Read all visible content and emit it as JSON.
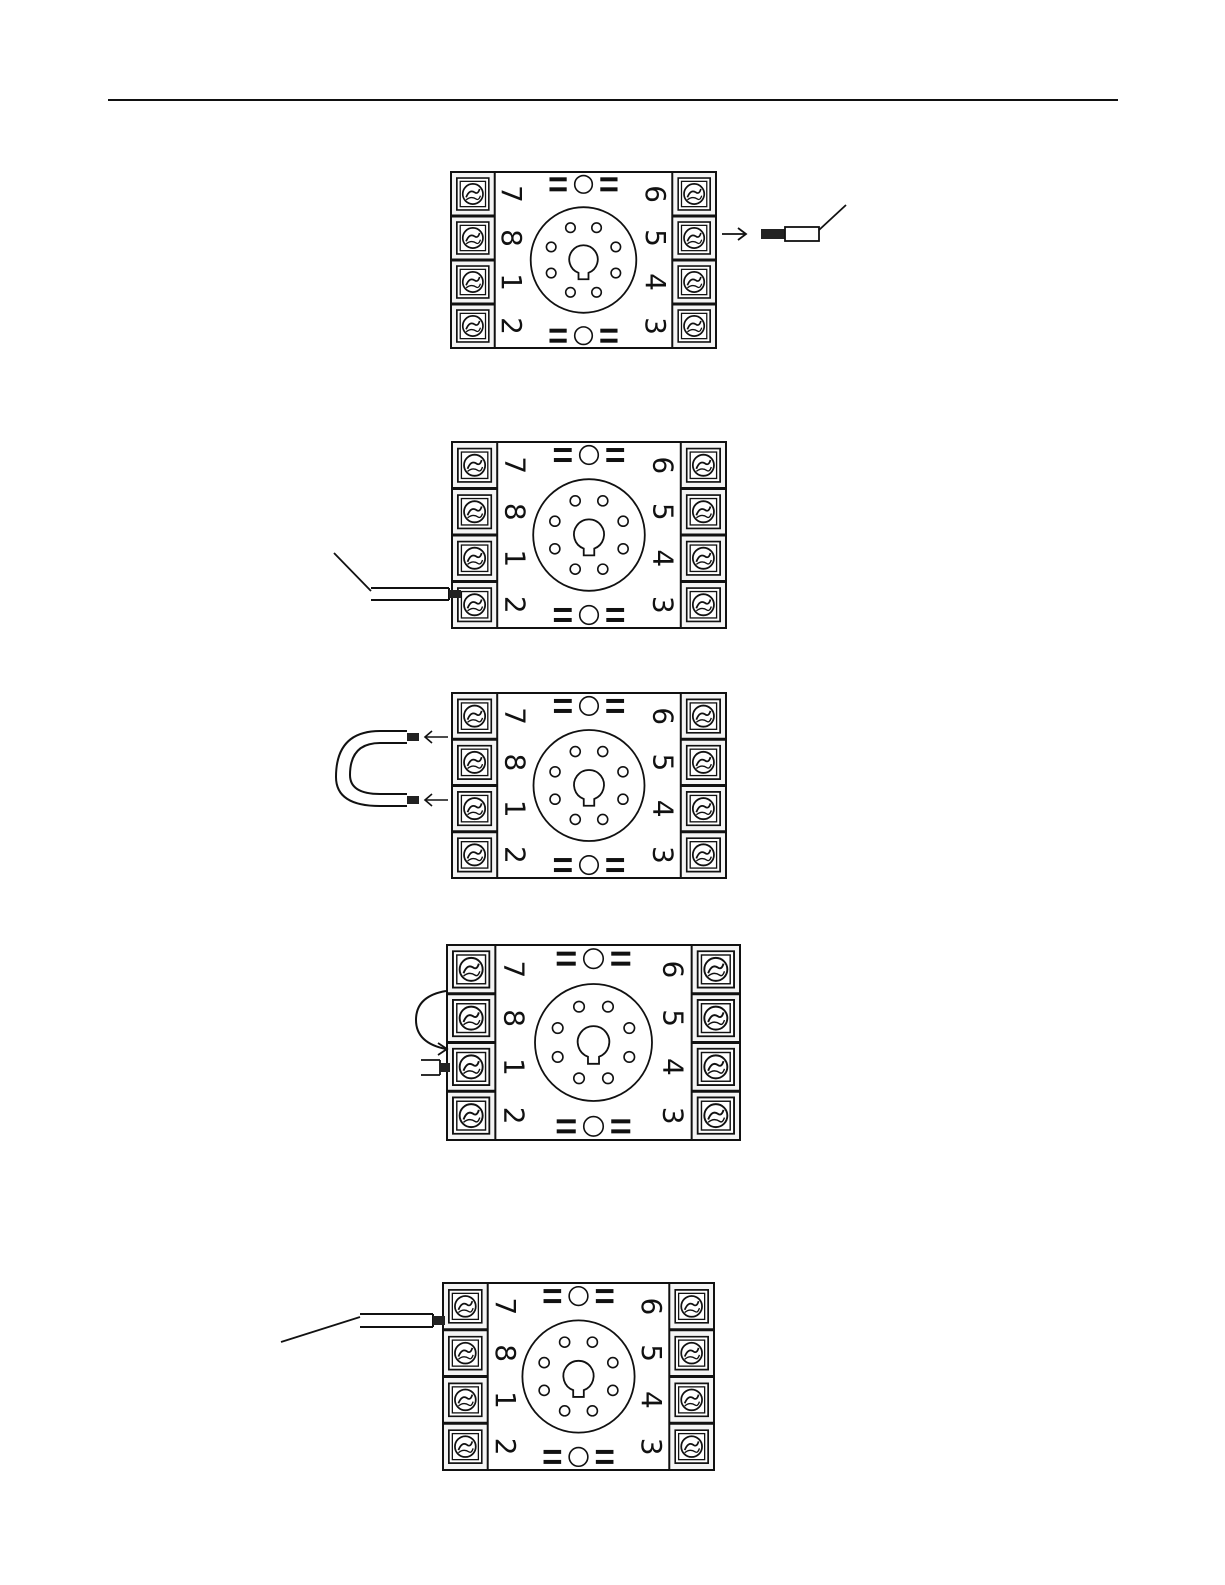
{
  "page": {
    "colors": {
      "ink": "#111111",
      "paper": "#ffffff",
      "wire_core": "#222222"
    }
  },
  "socket": {
    "left_column_terminals": [
      "7",
      "8",
      "1",
      "2"
    ],
    "right_column_terminals": [
      "6",
      "5",
      "4",
      "3"
    ],
    "icons": [
      "screw-terminal-icon",
      "octal-pin-hole-icon",
      "keyway-icon"
    ]
  },
  "steps": [
    {
      "id": "strip-wire",
      "shows": "stripped wire end with arrow toward terminal 5"
    },
    {
      "id": "connect-2",
      "shows": "wire inserted into terminal 2"
    },
    {
      "id": "jumper-7-1",
      "shows": "looped jumper wire inserted into terminals 7 and 1"
    },
    {
      "id": "jumper-8-1",
      "shows": "short jumper from terminal 8 curving to terminal 1 with extra wire at terminal 1"
    },
    {
      "id": "connect-7",
      "shows": "wire inserted into terminal 7"
    }
  ]
}
